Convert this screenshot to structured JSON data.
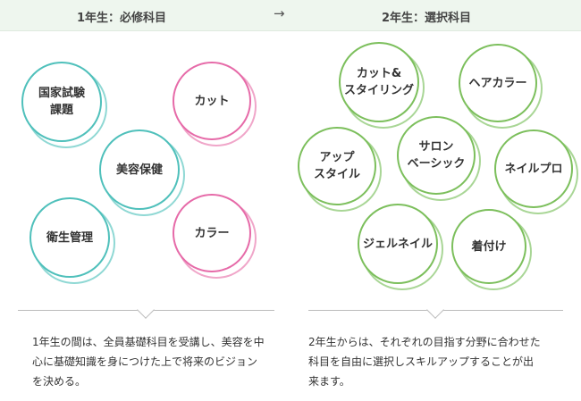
{
  "header": {
    "left_label": "1年生：必修科目",
    "arrow": "→",
    "right_label": "2年生：選択科目"
  },
  "year1": {
    "subjects": [
      {
        "label": "国家試験\n課題"
      },
      {
        "label": "カット"
      },
      {
        "label": "美容保健"
      },
      {
        "label": "衛生管理"
      },
      {
        "label": "カラー"
      }
    ],
    "description": "1年生の間は、全員基礎科目を受講し、美容を中\n心に基礎知識を身につけた上で将来のビジョン\nを決める。"
  },
  "year2": {
    "subjects": [
      {
        "label": "カット&\nスタイリング"
      },
      {
        "label": "ヘアカラー"
      },
      {
        "label": "アップ\nスタイル"
      },
      {
        "label": "サロン\nベーシック"
      },
      {
        "label": "ネイルプロ"
      },
      {
        "label": "ジェルネイル"
      },
      {
        "label": "着付け"
      }
    ],
    "description": "2年生からは、それぞれの目指す分野に合わせた\n科目を自由に選択しスキルアップすることが出\n来ます。"
  },
  "colors": {
    "header_bg": "#eef6ee",
    "teal": "#4fc0bb",
    "pink": "#e66aa8",
    "green": "#7cbf5c"
  }
}
